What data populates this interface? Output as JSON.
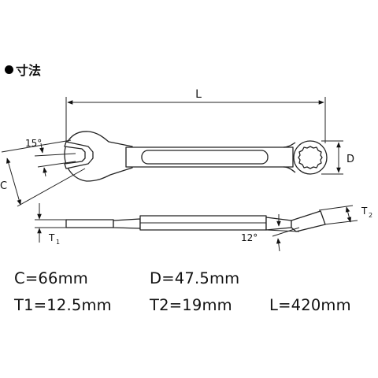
{
  "heading": "寸法",
  "labels": {
    "L": "L",
    "D": "D",
    "C": "C",
    "angle15": "15°",
    "angle12": "12°",
    "T1": "T",
    "T1_sub": "1",
    "T2": "T",
    "T2_sub": "2"
  },
  "dimensions": {
    "C": "C=66mm",
    "D": "D=47.5mm",
    "T1": "T1=12.5mm",
    "T2": "T2=19mm",
    "L": "L=420mm"
  }
}
